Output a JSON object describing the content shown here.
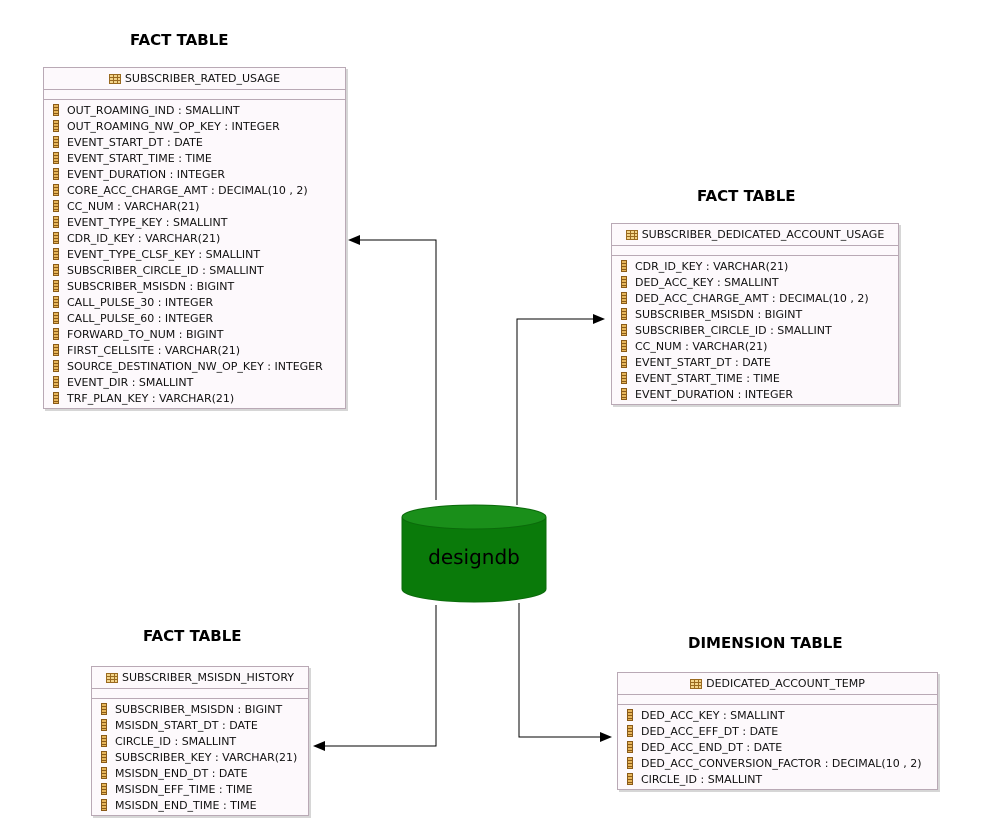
{
  "headings": {
    "fact1": "FACT TABLE",
    "fact2": "FACT TABLE",
    "fact3": "FACT TABLE",
    "dim1": "DIMENSION TABLE"
  },
  "database": {
    "label": "designdb",
    "color": "#0a7a0a"
  },
  "tables": [
    {
      "name": "SUBSCRIBER_RATED_USAGE",
      "icon": "table-icon",
      "columns": [
        "OUT_ROAMING_IND : SMALLINT",
        "OUT_ROAMING_NW_OP_KEY : INTEGER",
        "EVENT_START_DT : DATE",
        "EVENT_START_TIME : TIME",
        "EVENT_DURATION : INTEGER",
        "CORE_ACC_CHARGE_AMT : DECIMAL(10 , 2)",
        "CC_NUM : VARCHAR(21)",
        "EVENT_TYPE_KEY : SMALLINT",
        "CDR_ID_KEY : VARCHAR(21)",
        "EVENT_TYPE_CLSF_KEY : SMALLINT",
        "SUBSCRIBER_CIRCLE_ID : SMALLINT",
        "SUBSCRIBER_MSISDN : BIGINT",
        "CALL_PULSE_30 : INTEGER",
        "CALL_PULSE_60 : INTEGER",
        "FORWARD_TO_NUM : BIGINT",
        "FIRST_CELLSITE : VARCHAR(21)",
        "SOURCE_DESTINATION_NW_OP_KEY : INTEGER",
        "EVENT_DIR : SMALLINT",
        "TRF_PLAN_KEY : VARCHAR(21)"
      ]
    },
    {
      "name": "SUBSCRIBER_DEDICATED_ACCOUNT_USAGE",
      "icon": "table-icon",
      "columns": [
        "CDR_ID_KEY : VARCHAR(21)",
        "DED_ACC_KEY : SMALLINT",
        "DED_ACC_CHARGE_AMT : DECIMAL(10 , 2)",
        "SUBSCRIBER_MSISDN : BIGINT",
        "SUBSCRIBER_CIRCLE_ID : SMALLINT",
        "CC_NUM : VARCHAR(21)",
        "EVENT_START_DT : DATE",
        "EVENT_START_TIME : TIME",
        "EVENT_DURATION : INTEGER"
      ]
    },
    {
      "name": "SUBSCRIBER_MSISDN_HISTORY",
      "icon": "table-icon",
      "columns": [
        "SUBSCRIBER_MSISDN : BIGINT",
        "MSISDN_START_DT : DATE",
        "CIRCLE_ID : SMALLINT",
        "SUBSCRIBER_KEY : VARCHAR(21)",
        "MSISDN_END_DT : DATE",
        "MSISDN_EFF_TIME : TIME",
        "MSISDN_END_TIME : TIME"
      ]
    },
    {
      "name": "DEDICATED_ACCOUNT_TEMP",
      "icon": "table-icon",
      "columns": [
        "DED_ACC_KEY : SMALLINT",
        "DED_ACC_EFF_DT : DATE",
        "DED_ACC_END_DT : DATE",
        "DED_ACC_CONVERSION_FACTOR : DECIMAL(10 , 2)",
        "CIRCLE_ID : SMALLINT"
      ]
    }
  ]
}
